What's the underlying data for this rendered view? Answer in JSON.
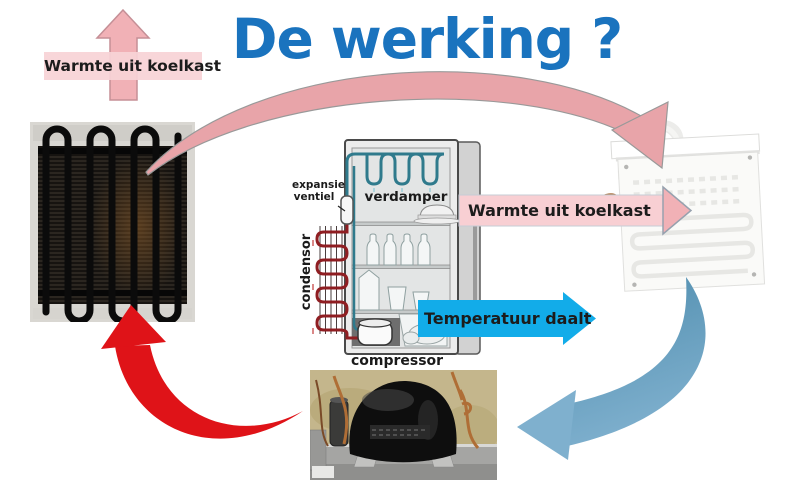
{
  "title": "De werking ?",
  "arrows": {
    "heat_top": {
      "label": "Warmte uit koelkast"
    },
    "heat_right": {
      "label": "Warmte uit koelkast"
    },
    "temp_drop": {
      "label": "Temperatuur daalt"
    }
  },
  "fridge_diagram": {
    "verdamper_label": "verdamper",
    "expansie_label_line1": "expansie",
    "expansie_label_line2": "ventiel",
    "condensor_label": "condensor",
    "compressor_label": "compressor"
  },
  "colors": {
    "title_blue": "#1A73BE",
    "pink_arrow": "#F1B1B6",
    "pink_light": "#F8CFD3",
    "pink_arc": "#E8A4A9",
    "red_arrow": "#DF1318",
    "cyan_arrow": "#12ACE9",
    "steel_blue": "#4E8CAD",
    "steel_blue_light": "#7FB0CE",
    "teal_coil": "#2F7A8C",
    "dark_red_coil": "#8F1E22"
  }
}
